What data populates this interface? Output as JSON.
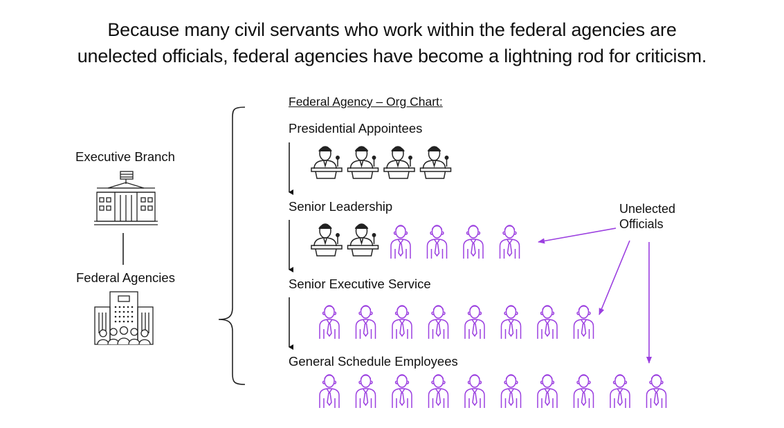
{
  "headline": {
    "line1": "Because many civil servants who work within the federal agencies are",
    "line2": "unelected officials, federal agencies have become a lightning rod for criticism."
  },
  "left": {
    "executive_label": "Executive Branch",
    "agencies_label": "Federal Agencies",
    "executive_icon": "government-building-icon",
    "agencies_icon": "office-building-people-icon"
  },
  "org_chart": {
    "title": "Federal Agency – Org Chart:",
    "tiers": [
      {
        "label": "Presidential Appointees",
        "appointed_count": 4,
        "unelected_count": 0
      },
      {
        "label": "Senior Leadership",
        "appointed_count": 2,
        "unelected_count": 4
      },
      {
        "label": "Senior Executive Service",
        "appointed_count": 0,
        "unelected_count": 8
      },
      {
        "label": "General Schedule Employees",
        "appointed_count": 0,
        "unelected_count": 10
      }
    ]
  },
  "annotation": {
    "line1": "Unelected",
    "line2": "Officials"
  },
  "colors": {
    "text": "#111111",
    "appointee": "#222222",
    "unelected": "#9b3fe0"
  },
  "icons": {
    "appointee": "speaker-at-podium-icon",
    "unelected": "person-with-tie-icon"
  }
}
